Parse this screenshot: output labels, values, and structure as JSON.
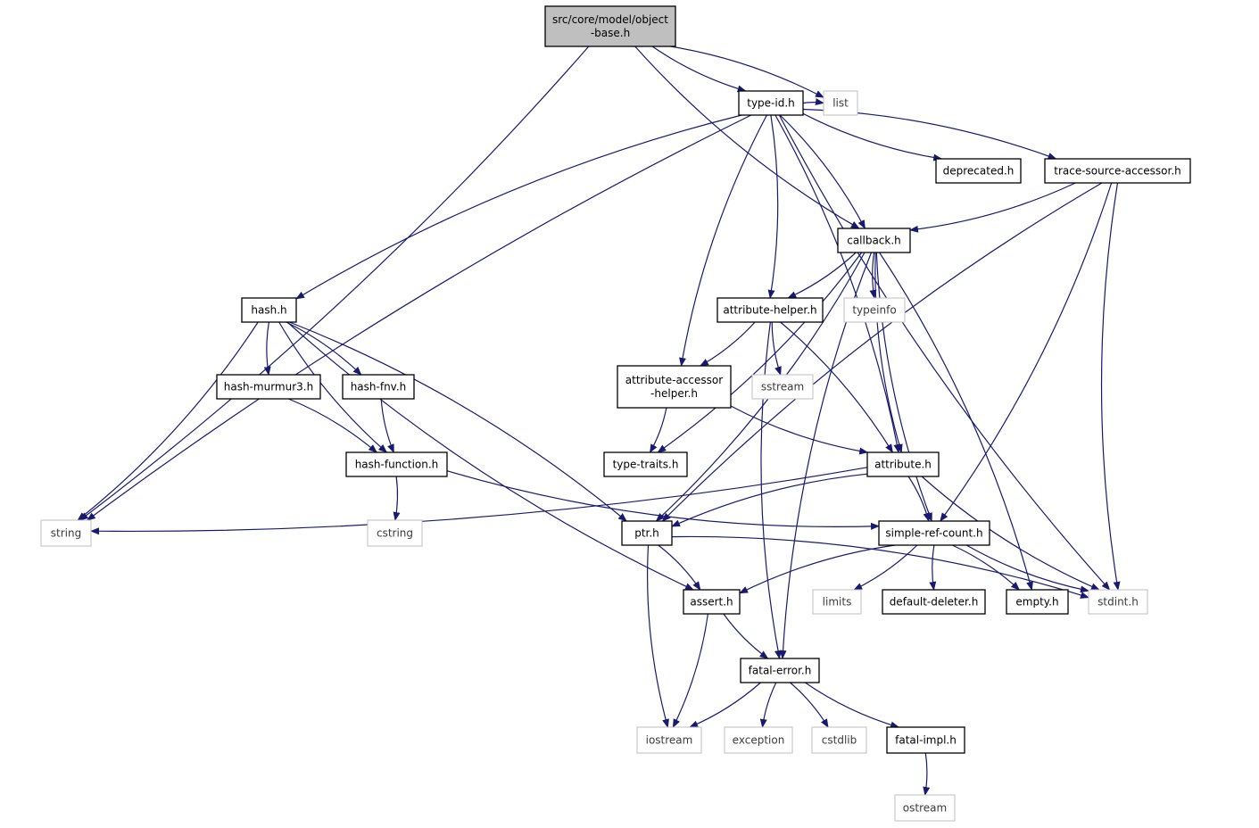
{
  "graph": {
    "edge_color": "#191970",
    "root_fill": "#bfbfbf",
    "project_border": "#000000",
    "system_border": "#bfbfbf",
    "nodes": [
      {
        "id": "object-base",
        "lines": [
          "src/core/model/object",
          "-base.h"
        ],
        "kind": "root"
      },
      {
        "id": "string",
        "lines": [
          "string"
        ],
        "kind": "system"
      },
      {
        "id": "type-id",
        "lines": [
          "type-id.h"
        ],
        "kind": "project"
      },
      {
        "id": "list",
        "lines": [
          "list"
        ],
        "kind": "system"
      },
      {
        "id": "callback",
        "lines": [
          "callback.h"
        ],
        "kind": "project"
      },
      {
        "id": "deprecated",
        "lines": [
          "deprecated.h"
        ],
        "kind": "project"
      },
      {
        "id": "trace-source-accessor",
        "lines": [
          "trace-source-accessor.h"
        ],
        "kind": "project"
      },
      {
        "id": "hash",
        "lines": [
          "hash.h"
        ],
        "kind": "project"
      },
      {
        "id": "attribute-helper",
        "lines": [
          "attribute-helper.h"
        ],
        "kind": "project"
      },
      {
        "id": "typeinfo",
        "lines": [
          "typeinfo"
        ],
        "kind": "system"
      },
      {
        "id": "hash-murmur3",
        "lines": [
          "hash-murmur3.h"
        ],
        "kind": "project"
      },
      {
        "id": "hash-fnv",
        "lines": [
          "hash-fnv.h"
        ],
        "kind": "project"
      },
      {
        "id": "attribute-accessor-helper",
        "lines": [
          "attribute-accessor",
          "-helper.h"
        ],
        "kind": "project"
      },
      {
        "id": "sstream",
        "lines": [
          "sstream"
        ],
        "kind": "system"
      },
      {
        "id": "hash-function",
        "lines": [
          "hash-function.h"
        ],
        "kind": "project"
      },
      {
        "id": "type-traits",
        "lines": [
          "type-traits.h"
        ],
        "kind": "project"
      },
      {
        "id": "attribute",
        "lines": [
          "attribute.h"
        ],
        "kind": "project"
      },
      {
        "id": "cstring",
        "lines": [
          "cstring"
        ],
        "kind": "system"
      },
      {
        "id": "ptr",
        "lines": [
          "ptr.h"
        ],
        "kind": "project"
      },
      {
        "id": "simple-ref-count",
        "lines": [
          "simple-ref-count.h"
        ],
        "kind": "project"
      },
      {
        "id": "assert",
        "lines": [
          "assert.h"
        ],
        "kind": "project"
      },
      {
        "id": "limits",
        "lines": [
          "limits"
        ],
        "kind": "system"
      },
      {
        "id": "default-deleter",
        "lines": [
          "default-deleter.h"
        ],
        "kind": "project"
      },
      {
        "id": "empty",
        "lines": [
          "empty.h"
        ],
        "kind": "project"
      },
      {
        "id": "stdint",
        "lines": [
          "stdint.h"
        ],
        "kind": "system"
      },
      {
        "id": "fatal-error",
        "lines": [
          "fatal-error.h"
        ],
        "kind": "project"
      },
      {
        "id": "iostream",
        "lines": [
          "iostream"
        ],
        "kind": "system"
      },
      {
        "id": "exception",
        "lines": [
          "exception"
        ],
        "kind": "system"
      },
      {
        "id": "cstdlib",
        "lines": [
          "cstdlib"
        ],
        "kind": "system"
      },
      {
        "id": "fatal-impl",
        "lines": [
          "fatal-impl.h"
        ],
        "kind": "project"
      },
      {
        "id": "ostream",
        "lines": [
          "ostream"
        ],
        "kind": "system"
      }
    ],
    "edges": [
      [
        "object-base",
        "string"
      ],
      [
        "object-base",
        "type-id"
      ],
      [
        "object-base",
        "list"
      ],
      [
        "object-base",
        "callback"
      ],
      [
        "type-id",
        "list"
      ],
      [
        "type-id",
        "string"
      ],
      [
        "type-id",
        "callback"
      ],
      [
        "type-id",
        "deprecated"
      ],
      [
        "type-id",
        "trace-source-accessor"
      ],
      [
        "type-id",
        "hash"
      ],
      [
        "type-id",
        "attribute-helper"
      ],
      [
        "type-id",
        "attribute-accessor-helper"
      ],
      [
        "type-id",
        "attribute"
      ],
      [
        "type-id",
        "stdint"
      ],
      [
        "trace-source-accessor",
        "callback"
      ],
      [
        "trace-source-accessor",
        "ptr"
      ],
      [
        "trace-source-accessor",
        "simple-ref-count"
      ],
      [
        "trace-source-accessor",
        "stdint"
      ],
      [
        "callback",
        "attribute-helper"
      ],
      [
        "callback",
        "typeinfo"
      ],
      [
        "callback",
        "type-traits"
      ],
      [
        "callback",
        "attribute"
      ],
      [
        "callback",
        "ptr"
      ],
      [
        "callback",
        "simple-ref-count"
      ],
      [
        "callback",
        "empty"
      ],
      [
        "callback",
        "fatal-error"
      ],
      [
        "hash",
        "string"
      ],
      [
        "hash",
        "hash-murmur3"
      ],
      [
        "hash",
        "hash-fnv"
      ],
      [
        "hash",
        "hash-function"
      ],
      [
        "hash",
        "ptr"
      ],
      [
        "hash",
        "assert"
      ],
      [
        "hash-murmur3",
        "hash-function"
      ],
      [
        "hash-fnv",
        "hash-function"
      ],
      [
        "hash-function",
        "cstring"
      ],
      [
        "hash-function",
        "simple-ref-count"
      ],
      [
        "attribute-helper",
        "attribute-accessor-helper"
      ],
      [
        "attribute-helper",
        "sstream"
      ],
      [
        "attribute-helper",
        "attribute"
      ],
      [
        "attribute-helper",
        "fatal-error"
      ],
      [
        "attribute-accessor-helper",
        "type-traits"
      ],
      [
        "attribute-accessor-helper",
        "attribute"
      ],
      [
        "attribute",
        "string"
      ],
      [
        "attribute",
        "ptr"
      ],
      [
        "attribute",
        "simple-ref-count"
      ],
      [
        "attribute",
        "stdint"
      ],
      [
        "ptr",
        "assert"
      ],
      [
        "ptr",
        "iostream"
      ],
      [
        "ptr",
        "stdint"
      ],
      [
        "simple-ref-count",
        "assert"
      ],
      [
        "simple-ref-count",
        "limits"
      ],
      [
        "simple-ref-count",
        "default-deleter"
      ],
      [
        "simple-ref-count",
        "empty"
      ],
      [
        "simple-ref-count",
        "stdint"
      ],
      [
        "assert",
        "iostream"
      ],
      [
        "assert",
        "fatal-error"
      ],
      [
        "fatal-error",
        "iostream"
      ],
      [
        "fatal-error",
        "exception"
      ],
      [
        "fatal-error",
        "cstdlib"
      ],
      [
        "fatal-error",
        "fatal-impl"
      ],
      [
        "fatal-impl",
        "ostream"
      ]
    ]
  }
}
